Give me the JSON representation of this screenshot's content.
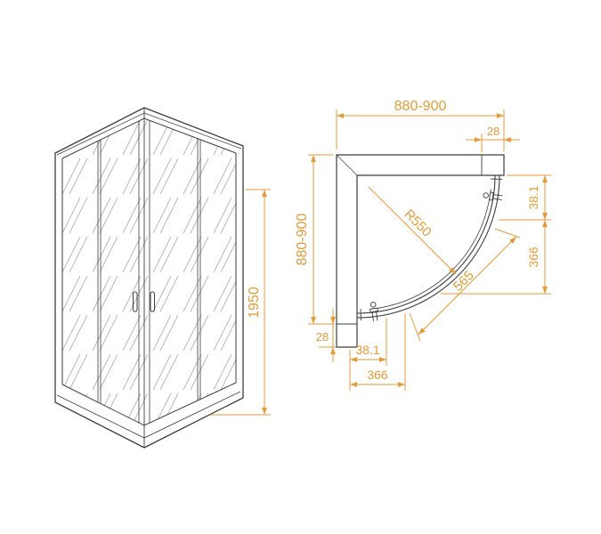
{
  "colors": {
    "line": "#3c3c3c",
    "dimension": "#e49b37",
    "background": "#ffffff"
  },
  "front_view": {
    "height": "1950"
  },
  "plan_view": {
    "width_top": "880-900",
    "depth_left": "880-900",
    "profile_top": "28",
    "profile_left": "28",
    "offset_right": "38.1",
    "door_right": "366",
    "offset_bottom": "38.1",
    "door_bottom": "366",
    "radius": "R550",
    "opening_diagonal": "565"
  }
}
